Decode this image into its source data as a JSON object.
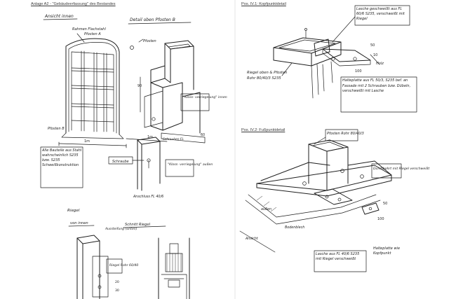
{
  "left_sheet": {
    "header": "Anlage A2 - \"Gebäudeerfassung\" des Bestandes",
    "labels": {
      "ansicht_innen": "Ansicht innen",
      "pfosten_rahmen": "Rahmen Flachstahl",
      "detail_oben": "Detail oben Pfosten B",
      "pfosten_label": "Pfosten",
      "pfosten_a": "Pfosten A",
      "pfosten_b": "Pfosten B",
      "dim_1": "1m",
      "dim_2": "1m",
      "riegel_note": "Riegel",
      "dim_90": "90",
      "dim_60": "60",
      "verbindung_1": "\"Kloss- verriegelung\" innen",
      "schrauben_pf": "Schrauben FL",
      "schraube": "Schraube",
      "verbindung_2": "\"Kloss- verriegelung\" außen",
      "anschluss": "Anschluss FL 40/6",
      "material_note": "Alle Bauteile aus Stahl wahrscheinlich S235 bzw. S235 Schweißkonstruktion",
      "riegel_label": "Riegel",
      "via_innen": "von innen",
      "schnitt_text": "Schnitt Riegel",
      "detail_note": "Aussteifung (unten)",
      "riegel_rohr": "Riegel Rohr 60/40",
      "dim_20": "20",
      "dim_30": "30"
    }
  },
  "right_sheet": {
    "section_1": {
      "header": "Pos. IV.1: Kopfpunktdetail",
      "note_top": "Lasche geschweißt aus FL 60/6 S235, verschweißt mit Riegel",
      "riegel_note": "Riegel oben & Pfosten Rohr 80/40/3 S235",
      "platte_note": "Halteplatte aus FL 50/3, S235 bef. an Fassade mit 2 Schrauben bzw. Dübeln, verschweißt mit Lasche",
      "dim_50": "50",
      "dim_100": "100",
      "dim_10": "10",
      "holz": "Holz"
    },
    "section_2": {
      "header": "Pos. IV.2: Fußpunktdetail",
      "pfosten": "Pfosten Rohr 80/40/3",
      "durchbohrung": "Durchbohrt mit Riegel verschweißt",
      "blech": "Bodenblech",
      "dim_50": "50",
      "dim_100": "100",
      "lasche_note": "Lasche aus FL 40/6 S235 mit Riegel verschweißt",
      "halteplatte": "Halteplatte wie Kopfpunkt",
      "aussen": "außen",
      "ansicht": "Ansicht"
    }
  }
}
